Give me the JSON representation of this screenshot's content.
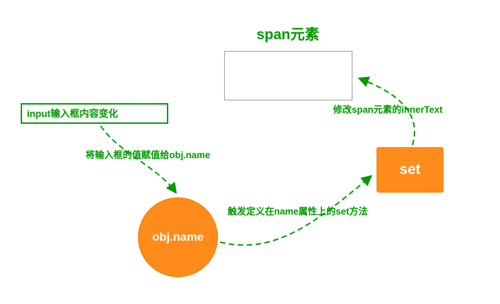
{
  "diagram": {
    "title": "span元素",
    "nodes": {
      "span_box": {
        "label": ""
      },
      "input_box": {
        "label": "input输入框内容变化"
      },
      "obj_name_circle": {
        "label": "obj.name"
      },
      "set_box": {
        "label": "set"
      }
    },
    "edges": [
      {
        "id": "input-to-objname",
        "label": "将输入框的值赋值给obj.name"
      },
      {
        "id": "objname-to-set",
        "label": "触发定义在name属性上的set方法"
      },
      {
        "id": "set-to-span",
        "label": "修改span元素的innerText"
      }
    ],
    "colors": {
      "accent_green": "#009900",
      "node_orange": "#FF8C1A",
      "box_border_gray": "#999999",
      "background": "#FFFFFF"
    }
  }
}
